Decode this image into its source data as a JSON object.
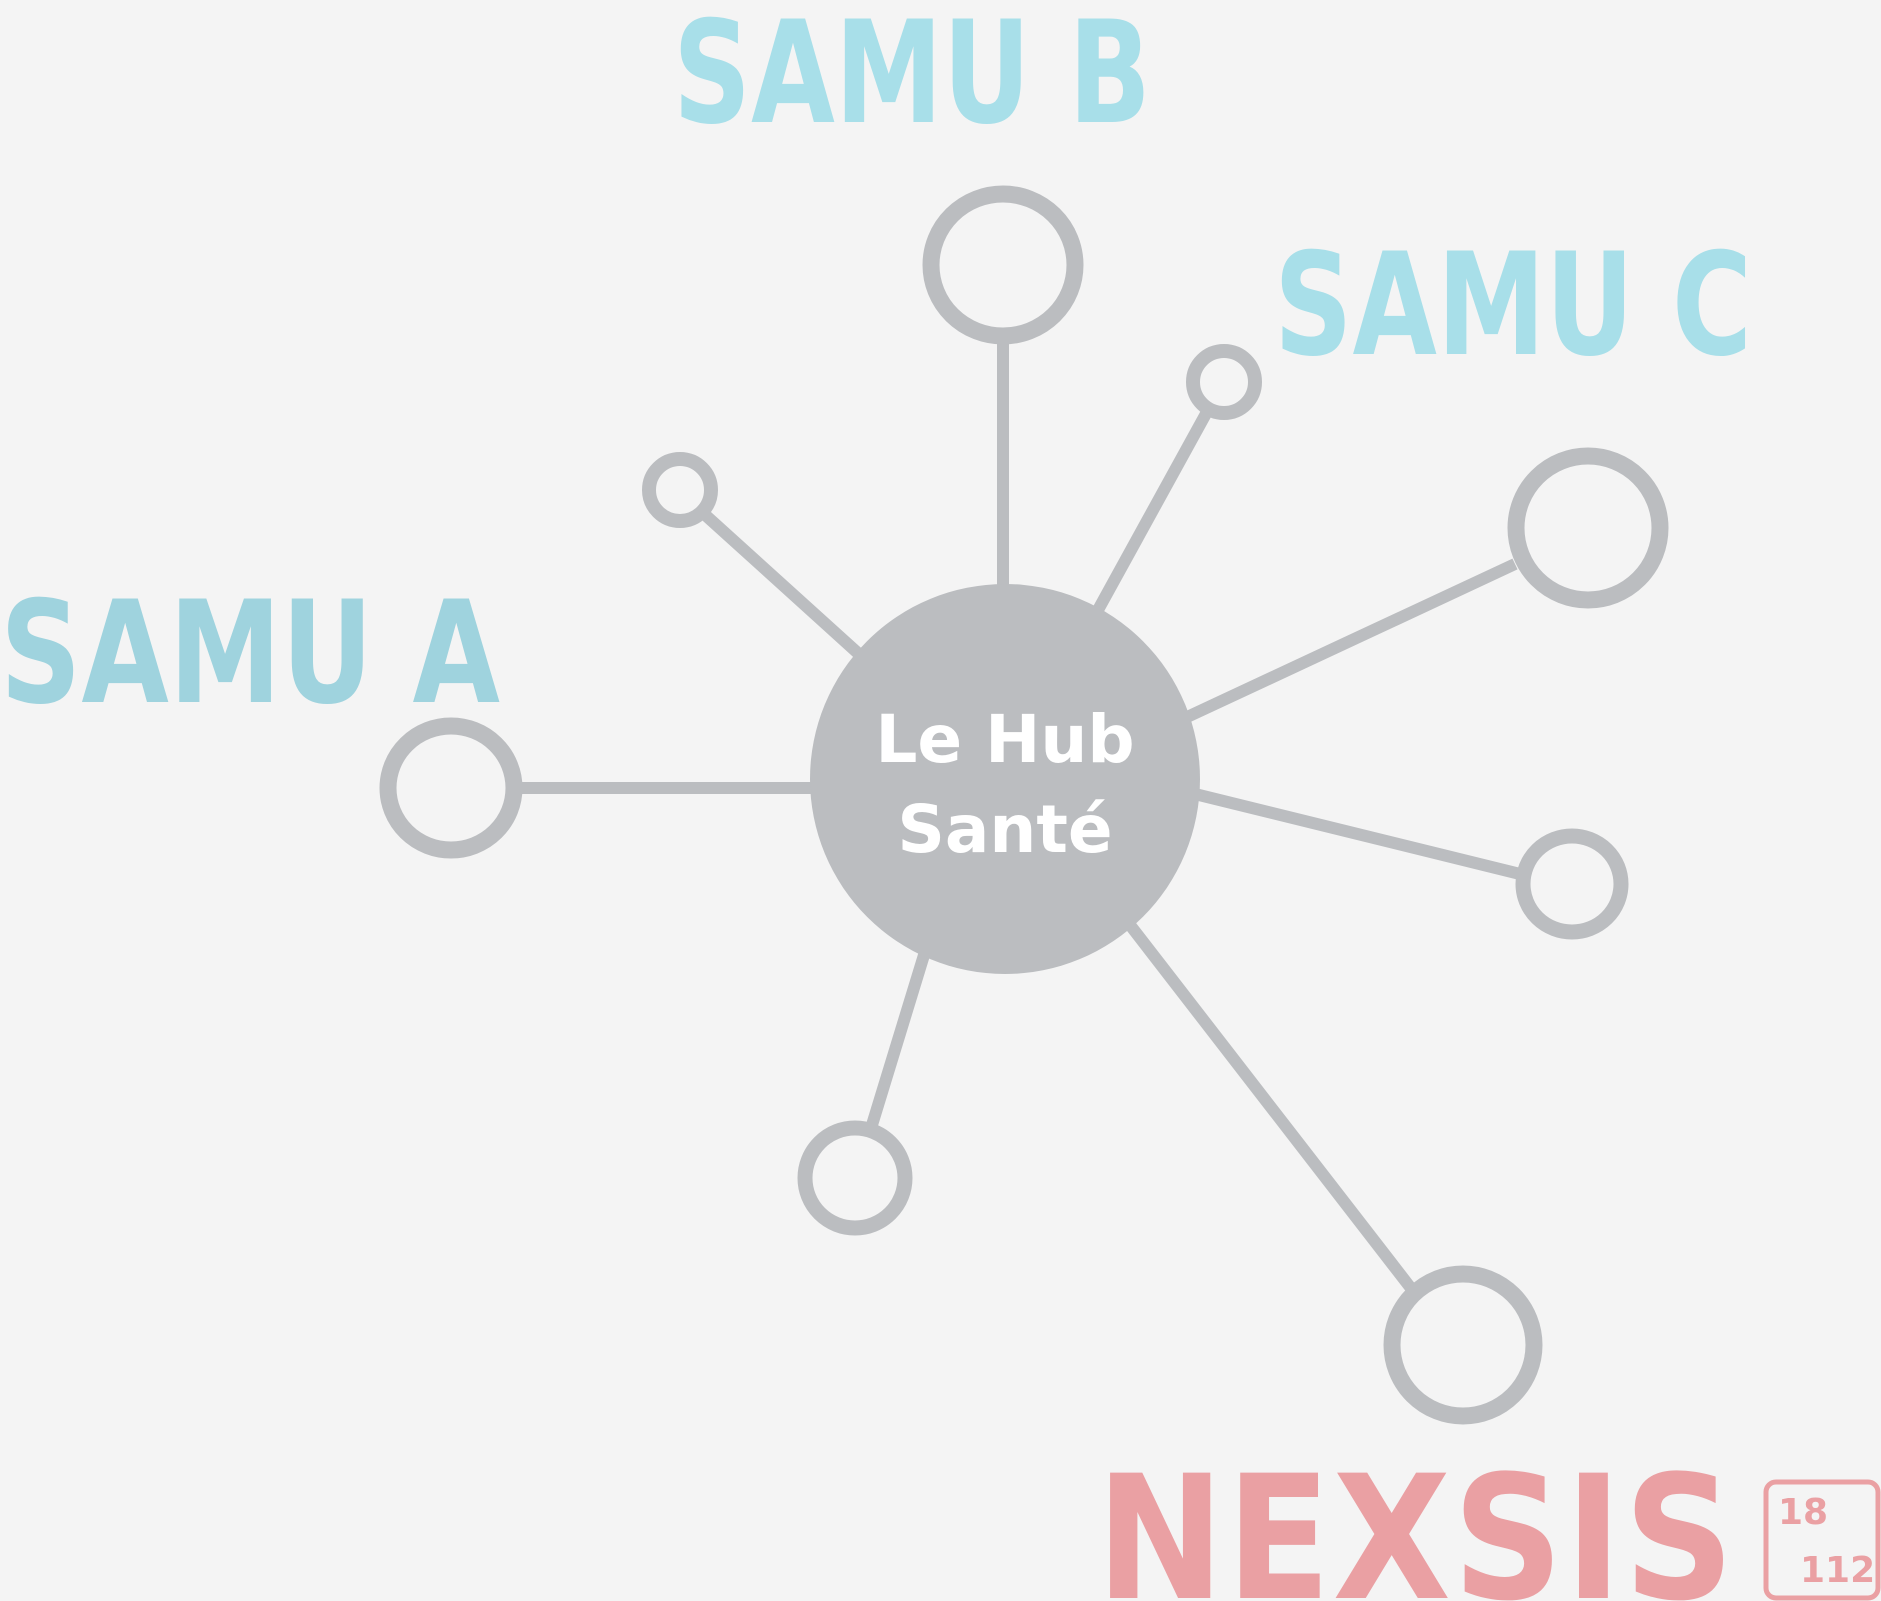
{
  "diagram": {
    "hub": {
      "label_line1": "Le Hub",
      "label_line2": "Santé"
    },
    "samu_labels": {
      "a": "SAMU A",
      "b": "SAMU B",
      "c": "SAMU C"
    },
    "colors": {
      "background": "#f4f4f4",
      "node": "#bbbdc0",
      "samu_a": "#9fd3de",
      "samu_bc": "#a8dfe9",
      "hub_text": "#ffffff",
      "logo": "#eaa0a3"
    }
  },
  "logo": {
    "name": "NEXSIS",
    "badge_top": "18",
    "badge_bottom": "112"
  }
}
